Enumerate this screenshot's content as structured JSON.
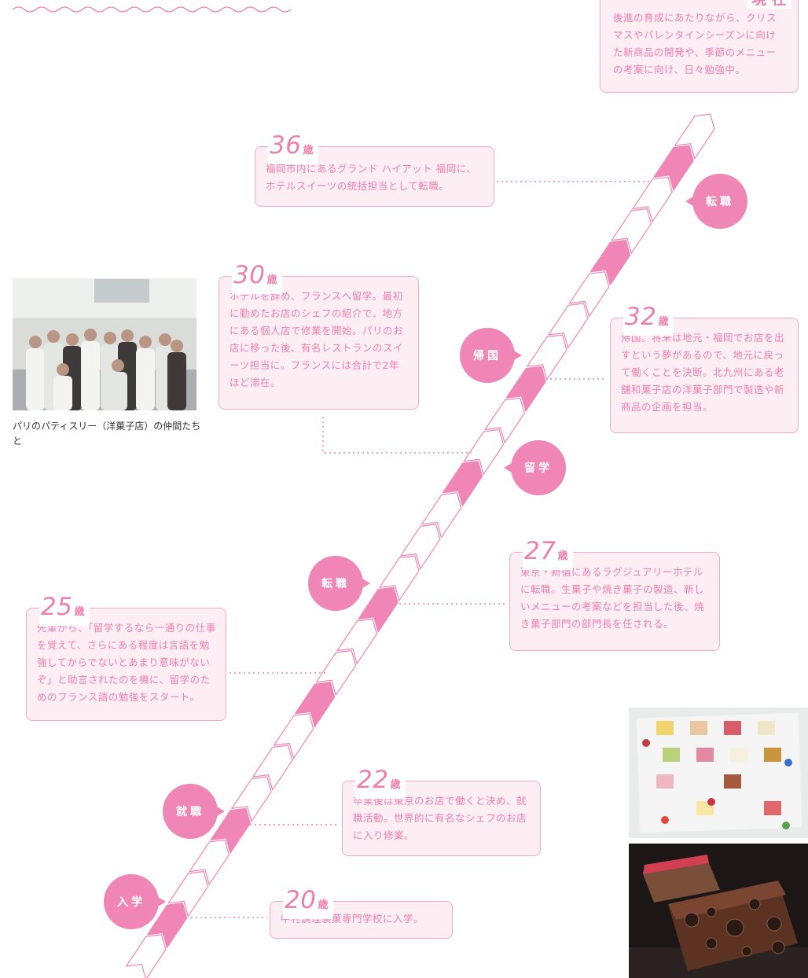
{
  "colors": {
    "pink": "#ef86b5",
    "card_bg": "#fdeef4",
    "card_border": "#f3a9c9",
    "text": "#ec7fae"
  },
  "current": {
    "title": "現 在",
    "text": "後進の育成にあたりながら、クリスマスやバレンタインシーズンに向けた新商品の開発や、季節のメニューの考案に向け、日々勉強中。"
  },
  "events": [
    {
      "age": "36",
      "unit": "歳",
      "text": "福岡市内にあるグランド ハイアット 福岡に、ホテルスイーツの統括担当として転職。"
    },
    {
      "age": "30",
      "unit": "歳",
      "text": "ホテルを辞め、フランスへ留学。最初に勤めたお店のシェフの紹介で、地方にある個人店で修業を開始。パリのお店に移った後、有名レストランのスイーツ担当に。フランスには合計で2年ほど滞在。"
    },
    {
      "age": "32",
      "unit": "歳",
      "text": "帰国。将来は地元・福岡でお店を出すという夢があるので、地元に戻って働くことを決断。北九州にある老舗和菓子店の洋菓子部門で製造や新商品の企画を担当。"
    },
    {
      "age": "27",
      "unit": "歳",
      "text": "東京・新宿にあるラグジュアリーホテルに転職。生菓子や焼き菓子の製造、新しいメニューの考案などを担当した後、焼き菓子部門の部門長を任される。"
    },
    {
      "age": "25",
      "unit": "歳",
      "text": "先輩から、「留学するなら一通りの仕事を覚えて、さらにある程度は言語を勉強してからでないとあまり意味がないぞ」と助言されたのを機に、留学のためのフランス語の勉強をスタート。"
    },
    {
      "age": "22",
      "unit": "歳",
      "text": "卒業後は東京のお店で働くと決め、就職活動。世界的に有名なシェフのお店に入り修業。"
    },
    {
      "age": "20",
      "unit": "歳",
      "text": "中村調理製菓専門学校に入学。"
    }
  ],
  "badges": [
    "転職",
    "帰国",
    "留学",
    "転職",
    "就職",
    "入学"
  ],
  "photo_caption": "パリのパティスリー（洋菓子店）の仲間たちと"
}
